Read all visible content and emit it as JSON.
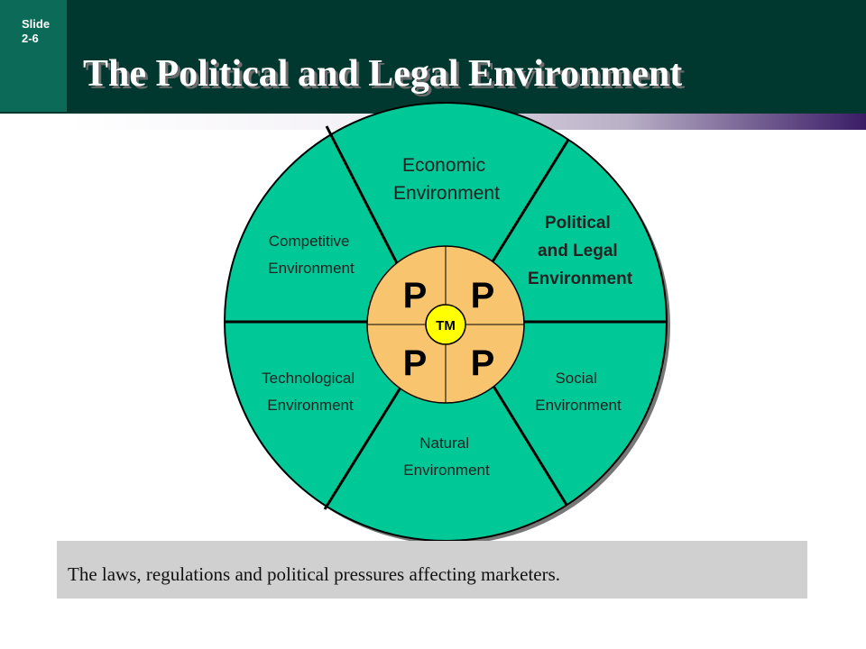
{
  "slide": {
    "label": "Slide\n2-6"
  },
  "title": "The Political and Legal Environment",
  "diagram": {
    "segments": {
      "economic": [
        "Economic",
        "Environment"
      ],
      "political": [
        "Political",
        "and Legal",
        "Environment"
      ],
      "competitive": [
        "Competitive",
        "Environment"
      ],
      "technological": [
        "Technological",
        "Environment"
      ],
      "social": [
        "Social",
        "Environment"
      ],
      "natural": [
        "Natural",
        "Environment"
      ]
    },
    "center": {
      "letters": [
        "P",
        "P",
        "P",
        "P"
      ],
      "badge": "TM"
    },
    "colors": {
      "ring": "#00c896",
      "center": "#f9c46e",
      "badge": "#ffff00",
      "outline": "#000000"
    }
  },
  "caption": "The laws, regulations and political pressures affecting marketers."
}
